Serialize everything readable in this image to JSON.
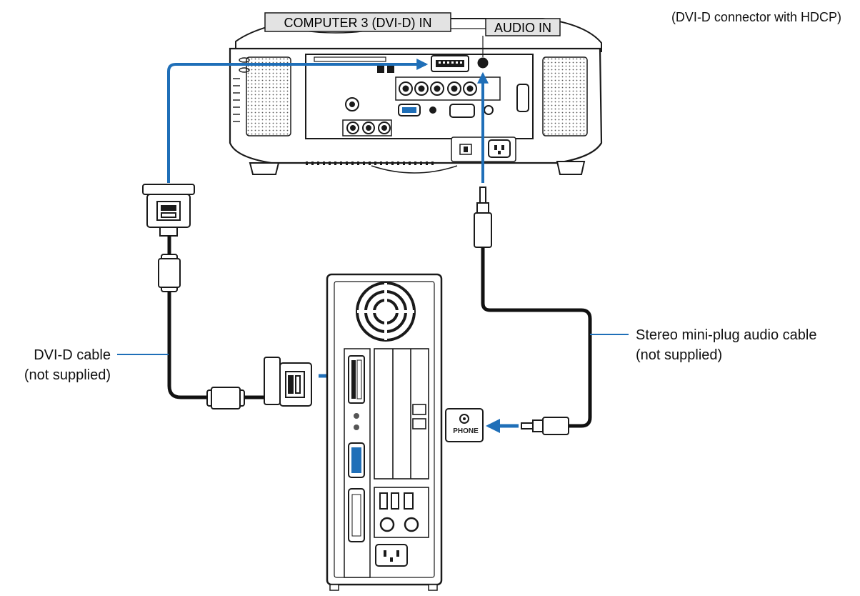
{
  "labels": {
    "computer3_in": "COMPUTER 3 (DVI-D) IN",
    "audio_in": "AUDIO IN",
    "dvi_note": "(DVI-D connector with HDCP)",
    "dvi_cable_line1": "DVI-D cable",
    "dvi_cable_line2": "(not supplied)",
    "audio_cable_line1": "Stereo mini-plug audio cable",
    "audio_cable_line2": "(not supplied)",
    "phone_jack": "PHONE"
  },
  "colors": {
    "arrow_blue": "#1f6fb8",
    "outline": "#1a1a1a",
    "label_box": "#e3e3e3"
  }
}
